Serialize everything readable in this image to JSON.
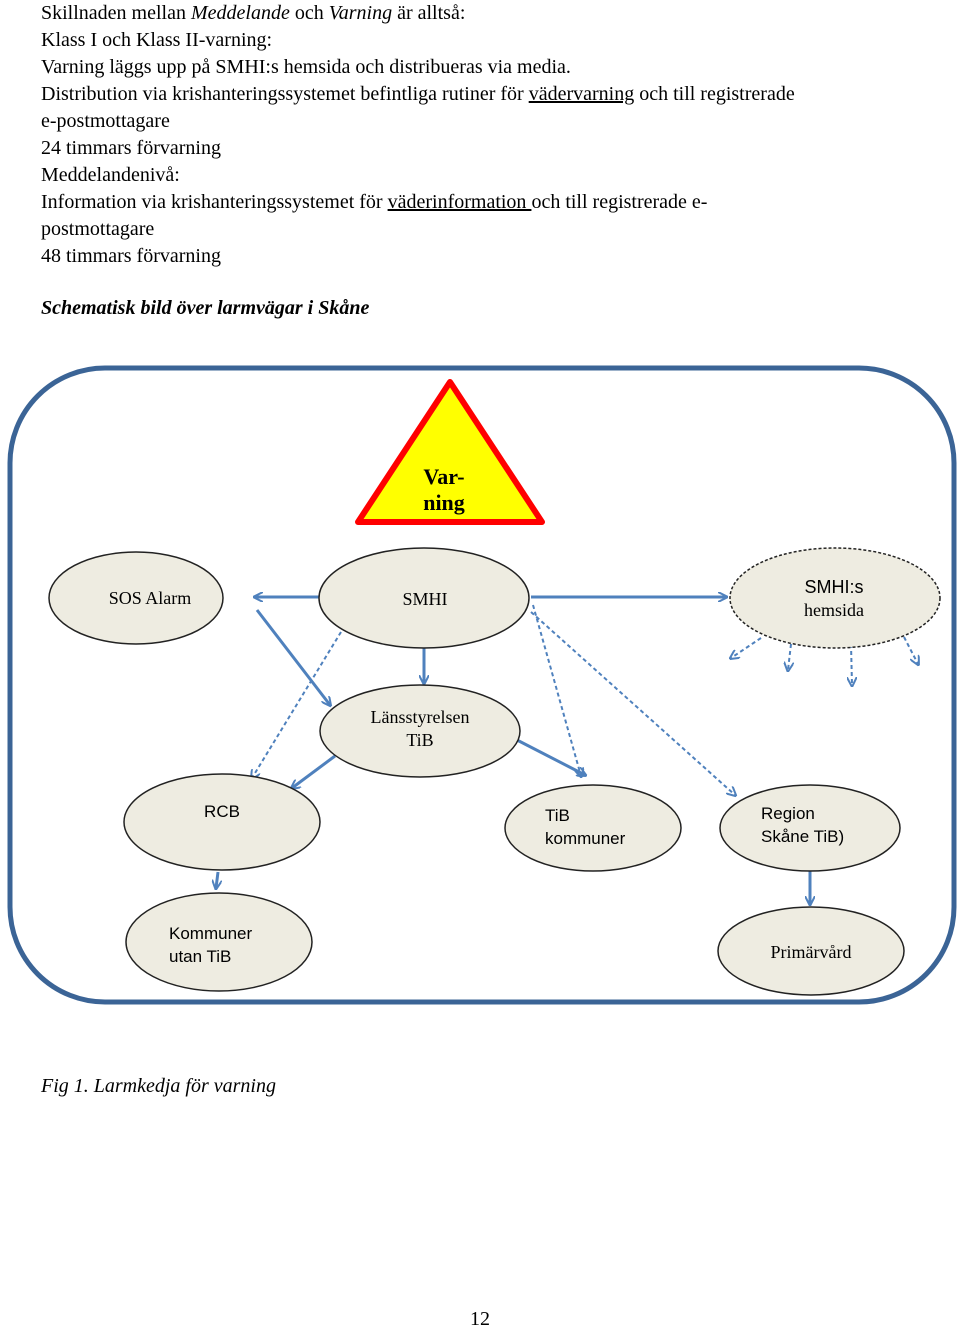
{
  "text": {
    "l1a": "Skillnaden mellan ",
    "l1b": "Meddelande",
    "l1c": " och ",
    "l1d": "Varning",
    "l1e": " är alltså:",
    "l2": "Klass I och Klass II-varning:",
    "l3": "Varning läggs upp på SMHI:s hemsida och distribueras via media.",
    "l4a": "Distribution via krishanteringssystemet befintliga rutiner för ",
    "l4b": "vädervarning",
    "l4c": " och till registrerade",
    "l5": "e-postmottagare",
    "l6": "24 timmars förvarning",
    "l7": "Meddelandenivå:",
    "l8a": "Information via krishanteringssystemet för ",
    "l8b": "väderinformation ",
    "l8c": "och till registrerade e-",
    "l9": "postmottagare",
    "l10": "48 timmars förvarning",
    "heading": "Schematisk bild över larmvägar i Skåne",
    "caption": "Fig 1. Larmkedja för varning",
    "page_number": "12"
  },
  "diagram": {
    "warning_line1": "Var-",
    "warning_line2": "ning",
    "sos": "SOS Alarm",
    "smhi": "SMHI",
    "smhi_site_line1": "SMHI:s",
    "smhi_site_line2": "hemsida",
    "lst_line1": "Länsstyrelsen",
    "lst_line2": "TiB",
    "rcb": "RCB",
    "tib_line1": "TiB",
    "tib_line2": "kommuner",
    "region_line1": "Region",
    "region_line2": "Skåne TiB)",
    "kommuner_line1": "Kommuner",
    "kommuner_line2": "utan TiB",
    "primarvard": "Primärvård"
  },
  "colors": {
    "frame": "#3b6496",
    "ellipse_fill": "#eeece1",
    "arrow": "#4f81bd",
    "warning_fill": "#ffff00",
    "warning_stroke": "#ff0000"
  }
}
